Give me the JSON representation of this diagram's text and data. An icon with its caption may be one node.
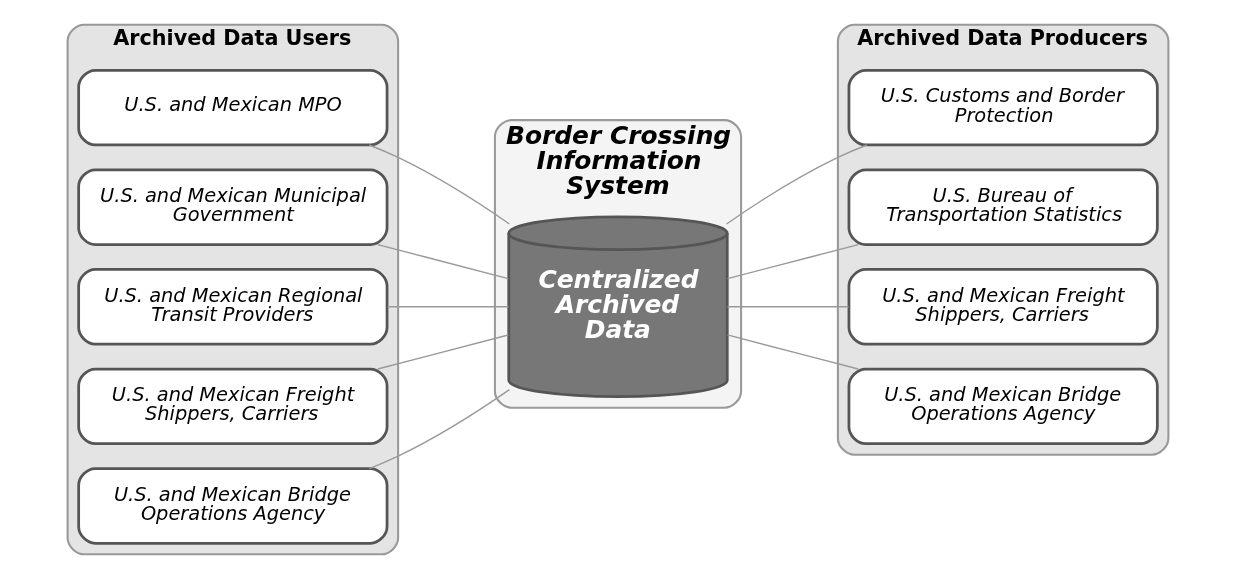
{
  "diagram": {
    "nodes": [
      {
        "text": [
          "Archived Data Users"
        ]
      },
      {
        "text": [
          "U.S. and Mexican Bridge Operations Agency"
        ],
        "in": 0
      },
      {
        "text": [
          "U.S. and Mexican Freight Shippers, Carriers"
        ],
        "in": 0
      },
      {
        "text": [
          "U.S. and Mexican Regional Transit Providers"
        ],
        "in": 0
      },
      {
        "text": [
          "U.S. and Mexican Municipal Government"
        ],
        "in": 0
      },
      {
        "text": [
          "U.S. and Mexican MPO"
        ],
        "in": 0
      },
      {
        "text": [
          "Border Crossing Information System"
        ]
      },
      {
        "text": [
          "Centralized Archived Data"
        ],
        "in": 6
      },
      {
        "text": [
          "Archived Data Producers"
        ]
      },
      {
        "text": [
          "U.S. and Mexican Bridge Operations Agency"
        ],
        "in": 8
      },
      {
        "text": [
          "U.S. and Mexican Freight Shippers, Carriers"
        ],
        "in": 8
      },
      {
        "text": [
          "U.S. Bureau of Transportation Statistics"
        ],
        "in": 8
      },
      {
        "text": [
          "U.S. Customs and Border Protection"
        ],
        "in": 8
      }
    ],
    "edges": [
      {
        "from": 1,
        "to": 7,
        "arrow": "none"
      },
      {
        "from": 2,
        "to": 7,
        "arrow": "none"
      },
      {
        "from": 3,
        "to": 7,
        "arrow": "none"
      },
      {
        "from": 4,
        "to": 7,
        "arrow": "none"
      },
      {
        "from": 5,
        "to": 7,
        "arrow": "none"
      },
      {
        "from": 7,
        "to": 9,
        "arrow": "none"
      },
      {
        "from": 7,
        "to": 10,
        "arrow": "none"
      },
      {
        "from": 7,
        "to": 11,
        "arrow": "none"
      },
      {
        "from": 7,
        "to": 12,
        "arrow": "none"
      }
    ]
  }
}
